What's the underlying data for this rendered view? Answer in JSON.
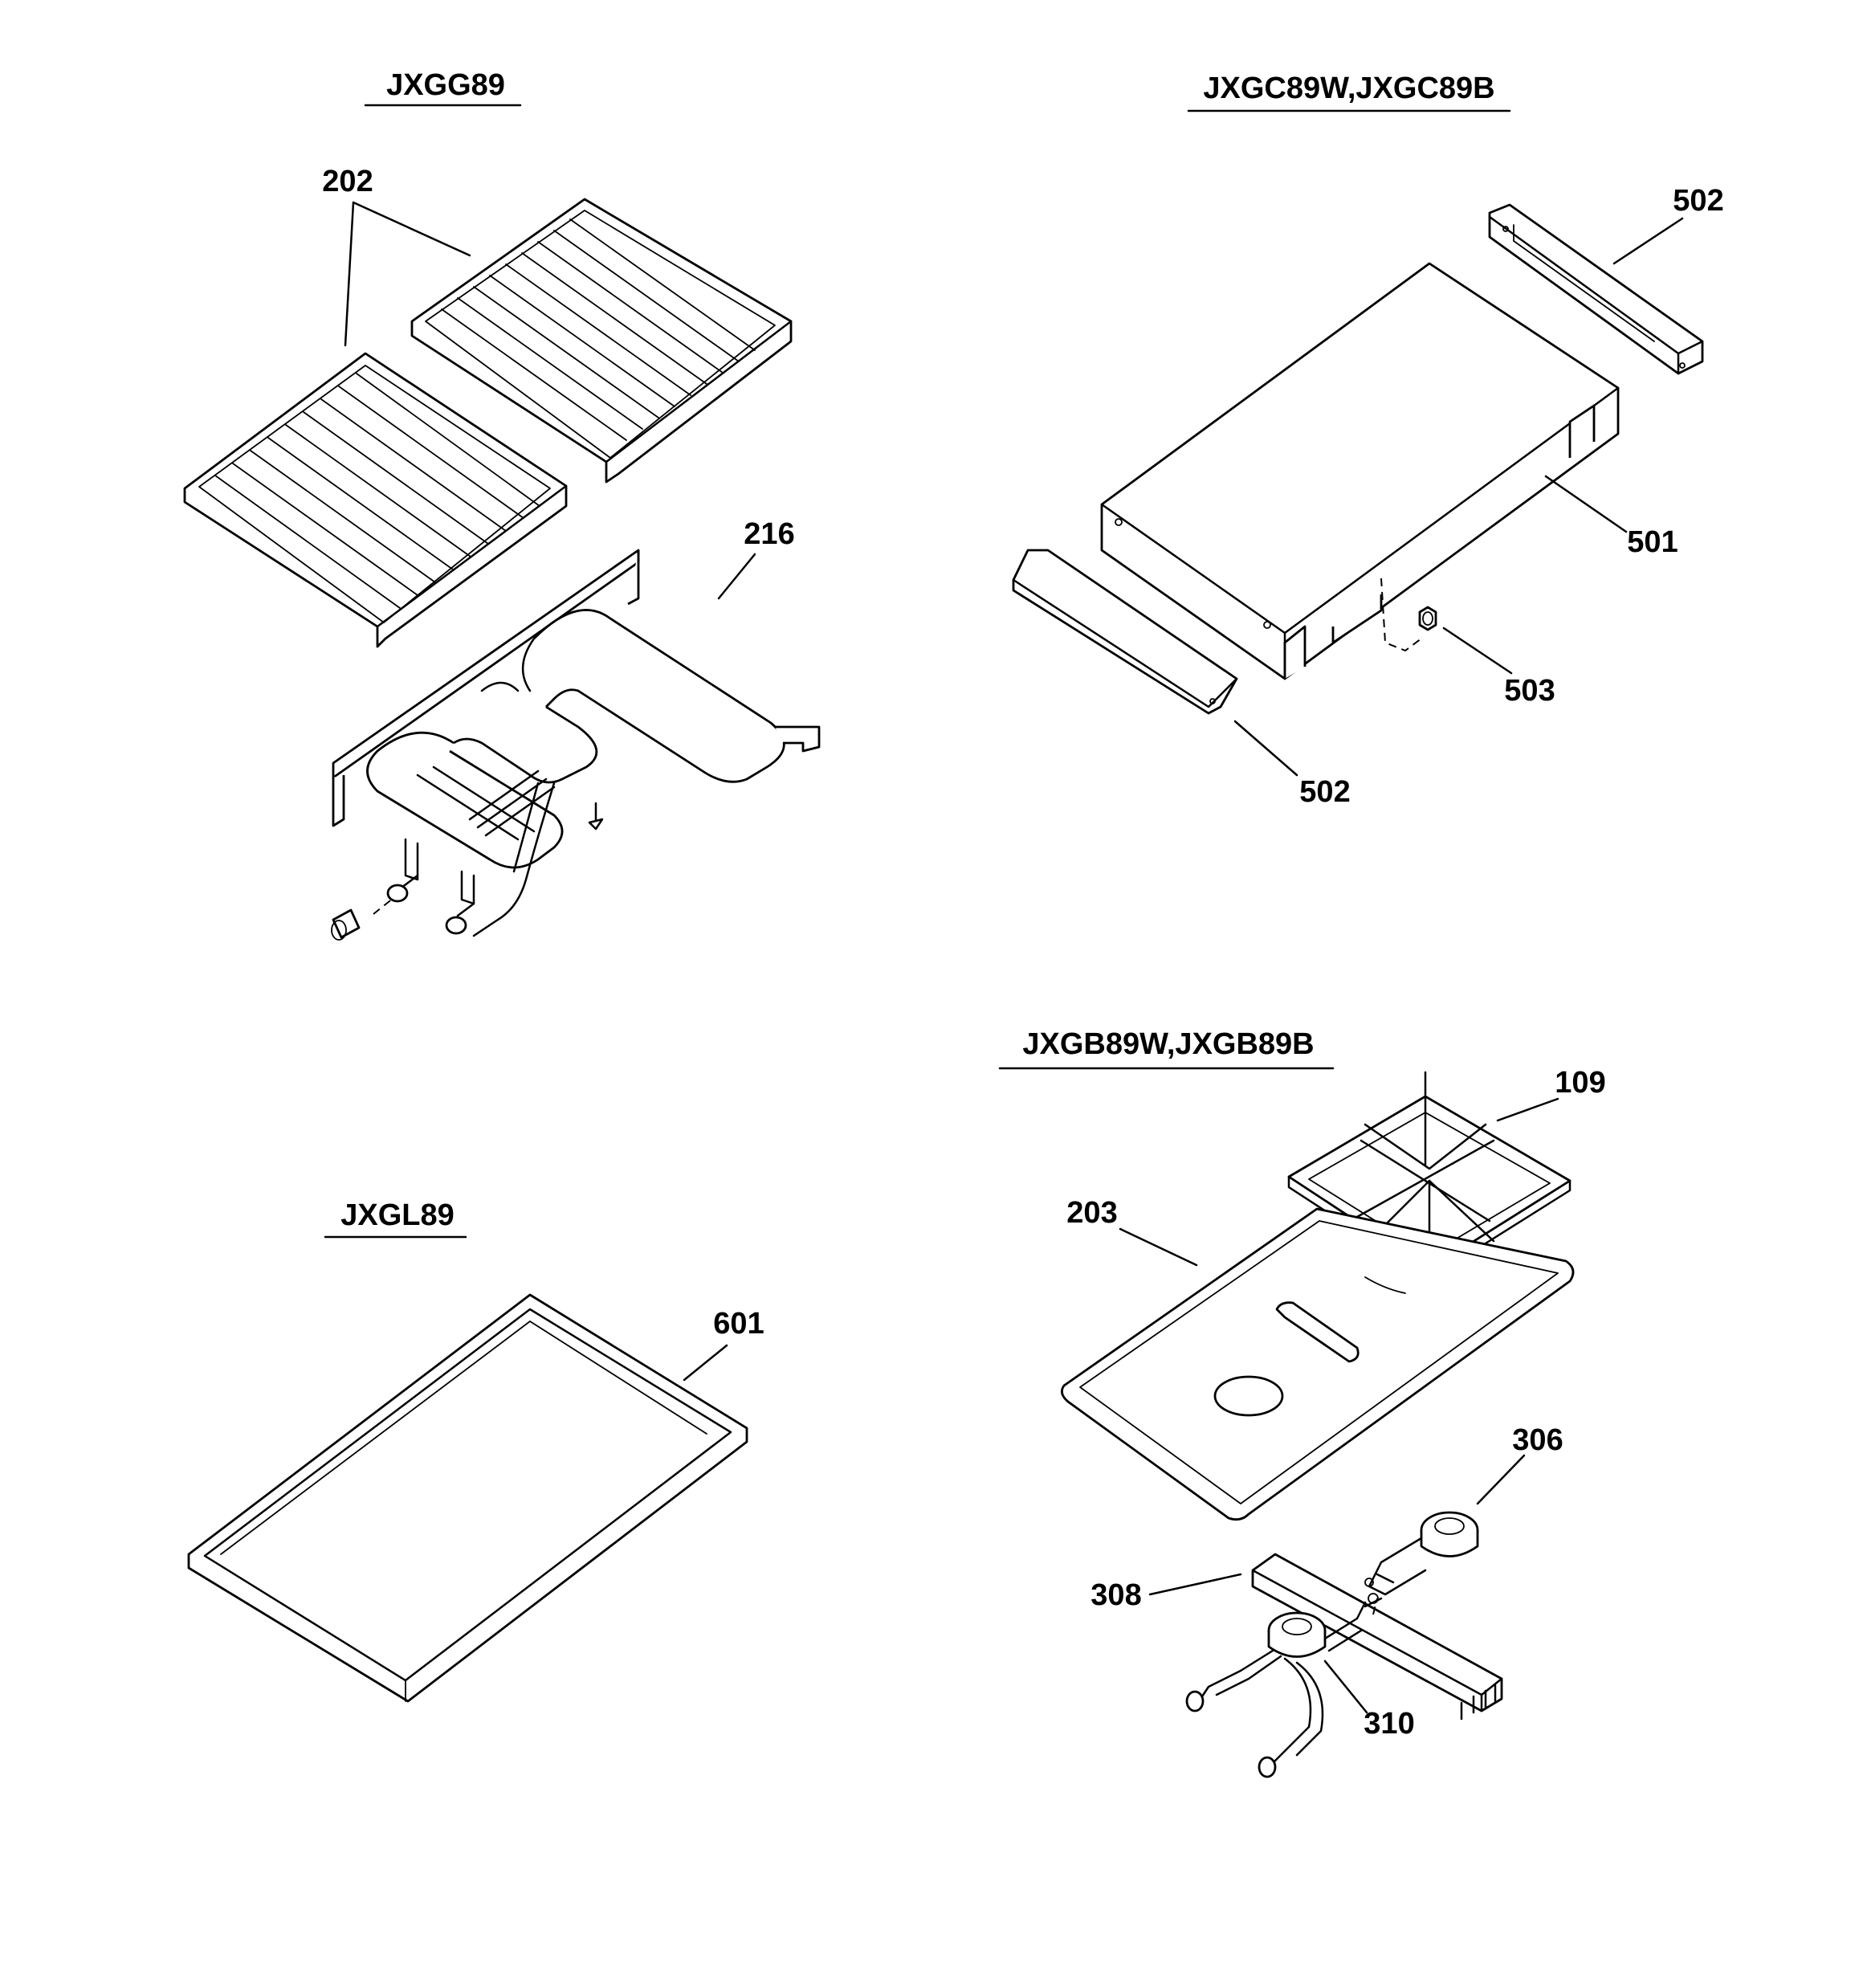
{
  "sections": [
    {
      "id": "grill",
      "title": "JXGG89",
      "labels": [
        "202",
        "216"
      ]
    },
    {
      "id": "griddle",
      "title": "JXGC89W,JXGC89B",
      "labels": [
        "502",
        "501",
        "503",
        "502"
      ]
    },
    {
      "id": "wok",
      "title": "JXGL89",
      "labels": [
        "601"
      ]
    },
    {
      "id": "burner",
      "title": "JXGB89W,JXGB89B",
      "labels": [
        "109",
        "203",
        "306",
        "308",
        "310"
      ]
    }
  ]
}
